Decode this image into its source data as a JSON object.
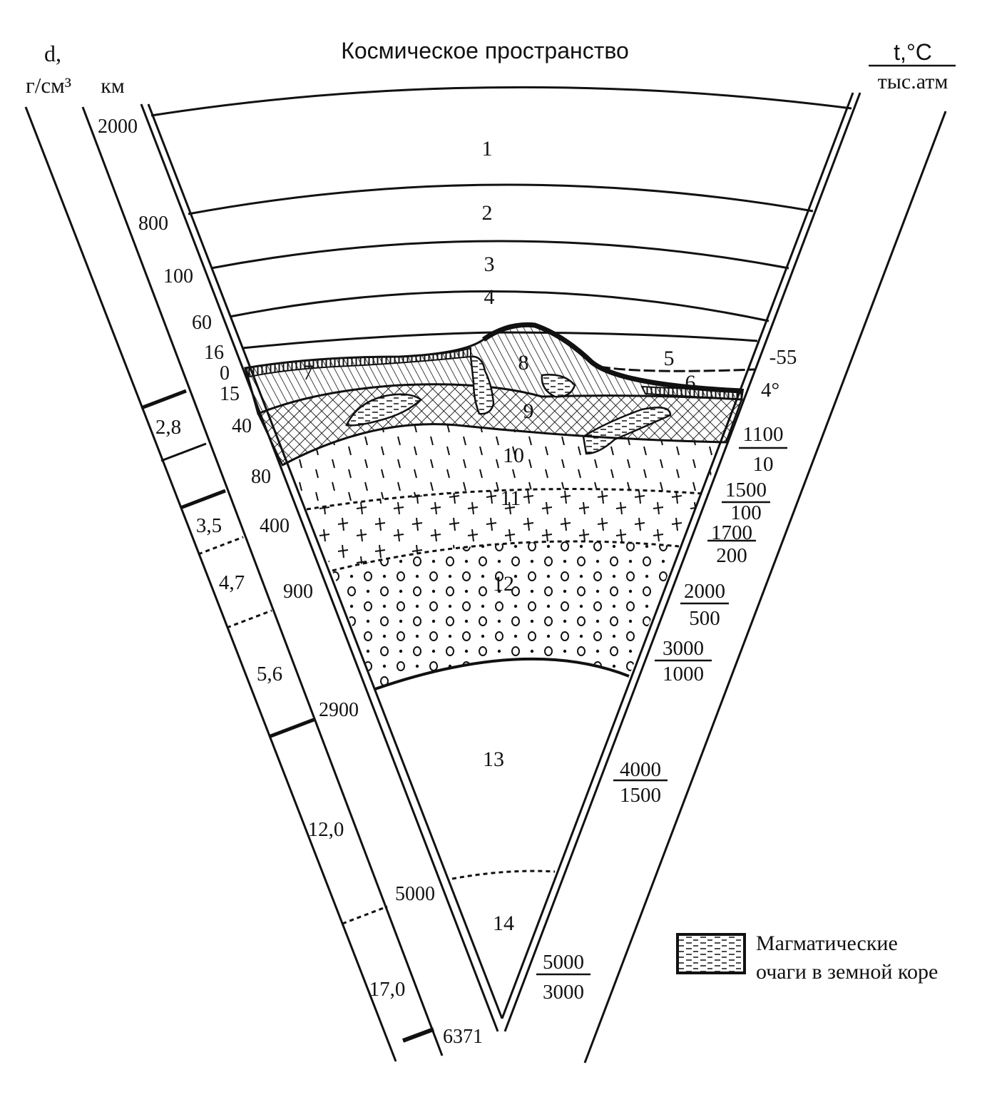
{
  "title": "Космическое пространство",
  "density_header": {
    "line1": "d,",
    "line2": "г/см³"
  },
  "depth_header": "км",
  "temp_header": {
    "top": "t,°C",
    "bottom": "тыс.атм"
  },
  "depth_labels": [
    "2000",
    "800",
    "100",
    "60",
    "16",
    "0",
    "15",
    "40",
    "80",
    "400",
    "900",
    "2900",
    "5000",
    "6371"
  ],
  "density_values": [
    "2,8",
    "3,5",
    "4,7",
    "5,6",
    "12,0",
    "17,0"
  ],
  "layer_numbers": [
    "1",
    "2",
    "3",
    "4",
    "5",
    "6",
    "7",
    "8",
    "9",
    "10",
    "11",
    "12",
    "13",
    "14"
  ],
  "surface_temps": [
    "-55",
    "4°"
  ],
  "temp_pressure": [
    {
      "t": "1100",
      "p": "10"
    },
    {
      "t": "1500",
      "p": "100"
    },
    {
      "t": "1700",
      "p": "200"
    },
    {
      "t": "2000",
      "p": "500"
    },
    {
      "t": "3000",
      "p": "1000"
    },
    {
      "t": "4000",
      "p": "1500"
    },
    {
      "t": "5000",
      "p": "3000"
    }
  ],
  "legend": {
    "line1": "Магматические",
    "line2": "очаги в земной коре"
  },
  "colors": {
    "ink": "#111111",
    "paper": "#ffffff"
  }
}
